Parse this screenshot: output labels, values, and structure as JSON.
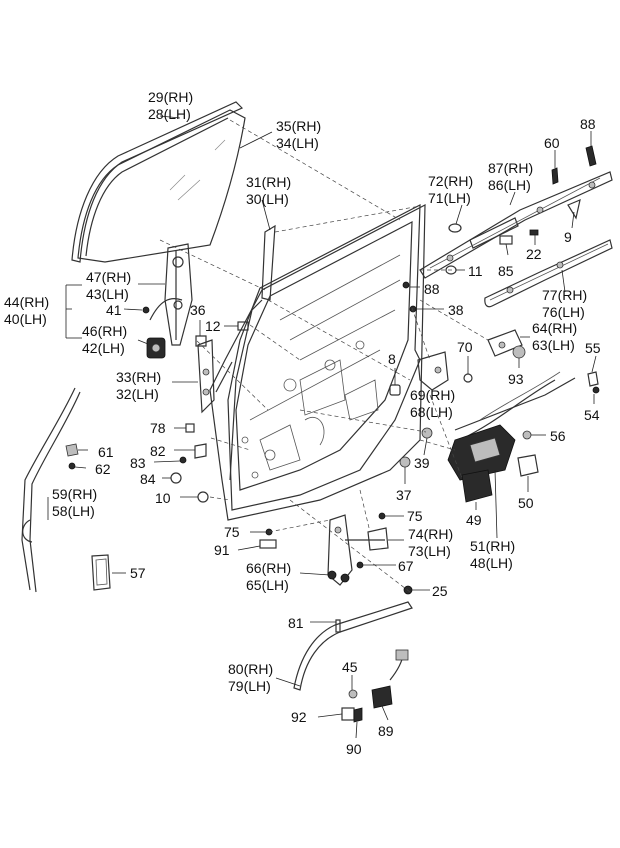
{
  "labels": {
    "l29": "29(RH)",
    "l28": "28(LH)",
    "l35": "35(RH)",
    "l34": "34(LH)",
    "l31": "31(RH)",
    "l30": "30(LH)",
    "l47": "47(RH)",
    "l43": "43(LH)",
    "l44": "44(RH)",
    "l40": "40(LH)",
    "l41": "41",
    "l46": "46(RH)",
    "l42": "42(LH)",
    "l36": "36",
    "l12": "12",
    "l33": "33(RH)",
    "l32": "32(LH)",
    "l78": "78",
    "l82": "82",
    "l83": "83",
    "l84": "84",
    "l10": "10",
    "l61": "61",
    "l62": "62",
    "l59": "59(RH)",
    "l58": "58(LH)",
    "l57": "57",
    "l75a": "75",
    "l91": "91",
    "l66": "66(RH)",
    "l65": "65(LH)",
    "l60": "60",
    "l88a": "88",
    "l72": "72(RH)",
    "l71": "71(LH)",
    "l87": "87(RH)",
    "l86": "86(LH)",
    "l9": "9",
    "l22": "22",
    "l85": "85",
    "l11": "11",
    "l88b": "88",
    "l38": "38",
    "l77": "77(RH)",
    "l76": "76(LH)",
    "l64": "64(RH)",
    "l63": "63(LH)",
    "l70": "70",
    "l55": "55",
    "l8": "8",
    "l93": "93",
    "l69": "69(RH)",
    "l68": "68(LH)",
    "l54": "54",
    "l56": "56",
    "l39": "39",
    "l37": "37",
    "l50": "50",
    "l49": "49",
    "l51": "51(RH)",
    "l48": "48(LH)",
    "l75b": "75",
    "l74": "74(RH)",
    "l73": "73(LH)",
    "l67": "67",
    "l25": "25",
    "l81": "81",
    "l80": "80(RH)",
    "l79": "79(LH)",
    "l45": "45",
    "l92": "92",
    "l90": "90",
    "l89": "89"
  }
}
